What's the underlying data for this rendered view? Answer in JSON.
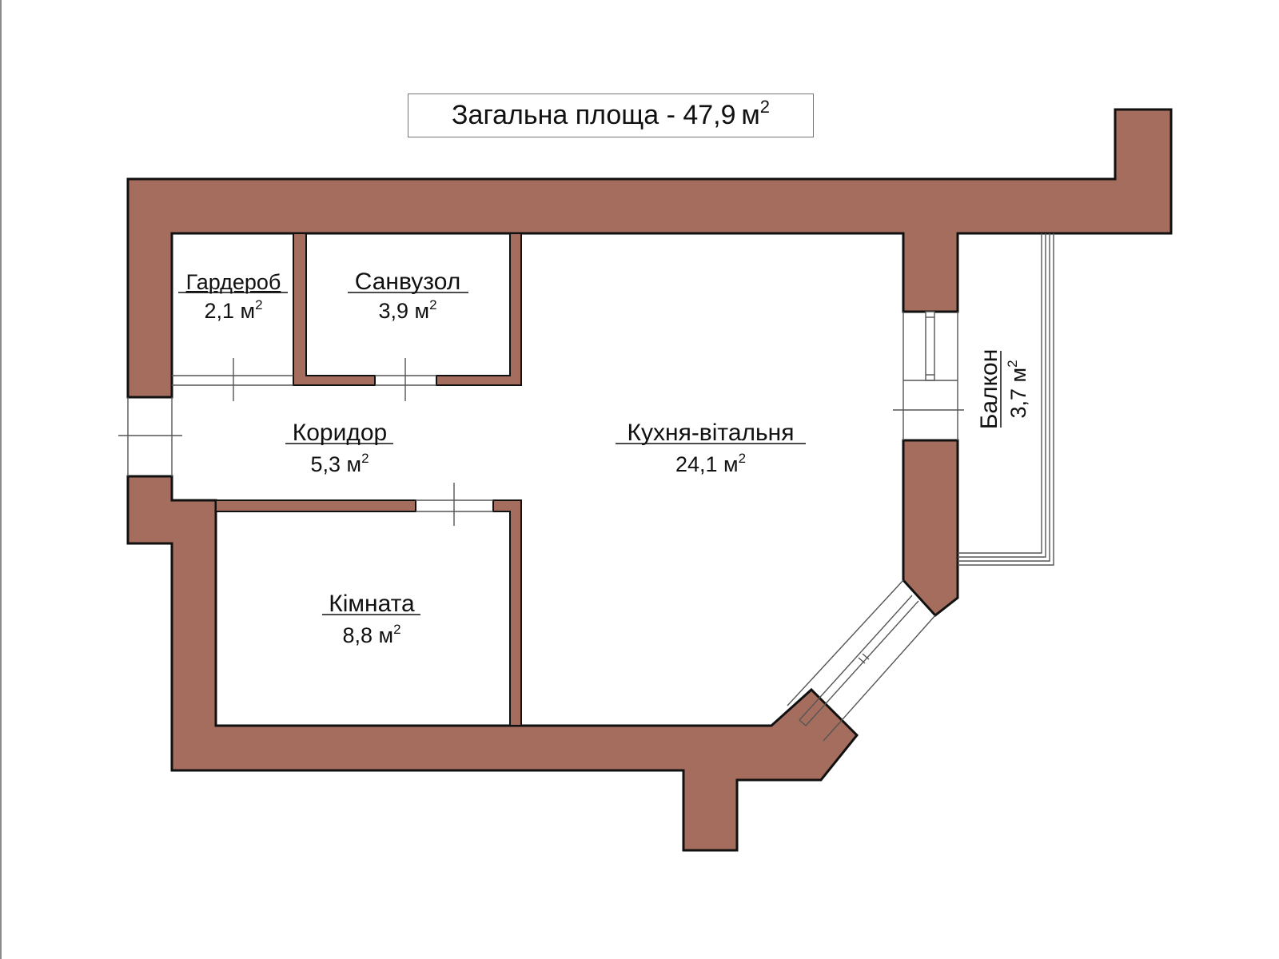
{
  "title": {
    "prefix": "Загальна площа - ",
    "value": "47,9",
    "unit": "м",
    "unit_sup": "2"
  },
  "rooms": [
    {
      "id": "wardrobe",
      "name": "Гардероб",
      "area": "2,1",
      "unit": "м",
      "unit_sup": "2"
    },
    {
      "id": "bathroom",
      "name": "Санвузол",
      "area": "3,9",
      "unit": "м",
      "unit_sup": "2"
    },
    {
      "id": "corridor",
      "name": "Коридор",
      "area": "5,3",
      "unit": "м",
      "unit_sup": "2"
    },
    {
      "id": "kitchen-living",
      "name": "Кухня-вітальня",
      "area": "24,1",
      "unit": "м",
      "unit_sup": "2"
    },
    {
      "id": "room",
      "name": "Кімната",
      "area": "8,8",
      "unit": "м",
      "unit_sup": "2"
    },
    {
      "id": "balcony",
      "name": "Балкон",
      "area": "3,7",
      "unit": "м",
      "unit_sup": "2"
    }
  ],
  "colors": {
    "wall": "#a46d5e",
    "outline": "#111111",
    "background": "#ffffff"
  }
}
